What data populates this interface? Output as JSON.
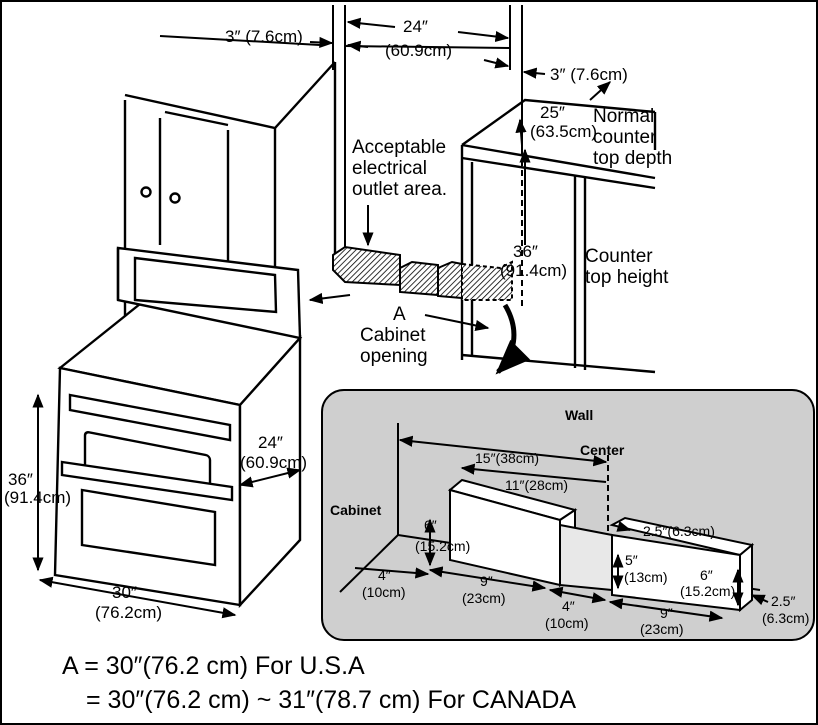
{
  "diagram": {
    "dims": {
      "side_gap_left": "3″ (7.6cm)",
      "outlet_width_in": "24″",
      "outlet_width_cm": "(60.9cm)",
      "side_gap_right": "3″ (7.6cm)",
      "depth_in": "25″",
      "depth_cm": "(63.5cm)",
      "height_in": "36″",
      "height_cm": "(91.4cm)",
      "range_height_in": "36″",
      "range_height_cm": "(91.4cm)",
      "range_depth_in": "24″",
      "range_depth_cm": "(60.9cm)",
      "range_width_in": "30″",
      "range_width_cm": "(76.2cm)"
    },
    "labels": {
      "normal_depth": [
        "Normal",
        "counter",
        "top depth"
      ],
      "outlet_area": [
        "Acceptable",
        "electrical",
        "outlet area."
      ],
      "counter_height": [
        "Counter",
        "top height"
      ],
      "opening": [
        "A",
        "Cabinet",
        "opening"
      ]
    },
    "inset": {
      "wall": "Wall",
      "center": "Center",
      "cabinet": "Cabinet",
      "d15": "15″(38cm)",
      "d11": "11″(28cm)",
      "d6a_in": "6″",
      "d6a_cm": "(15.2cm)",
      "d25top": "2.5″(6.3cm)",
      "d5_in": "5″",
      "d5_cm": "(13cm)",
      "d6b_in": "6″",
      "d6b_cm": "(15.2cm)",
      "d4a_in": "4″",
      "d4a_cm": "(10cm)",
      "d9a_in": "9″",
      "d9a_cm": "(23cm)",
      "d4b_in": "4″",
      "d4b_cm": "(10cm)",
      "d9b_in": "9″",
      "d9b_cm": "(23cm)",
      "d25side_in": "2.5″",
      "d25side_cm": "(6.3cm)"
    }
  },
  "notes": {
    "line1": "A = 30″(76.2 cm) For U.S.A",
    "line2": "= 30″(76.2 cm) ~ 31″(78.7 cm) For CANADA"
  }
}
